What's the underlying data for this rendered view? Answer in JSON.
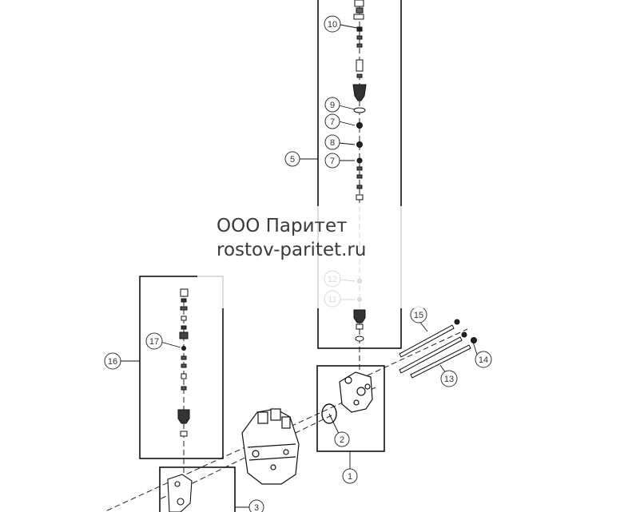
{
  "diagram": {
    "callouts": {
      "c1": "1",
      "c2": "2",
      "c3": "3",
      "c5": "5",
      "c7a": "7",
      "c7b": "7",
      "c8": "8",
      "c9": "9",
      "c10": "10",
      "c11": "11",
      "c12": "12",
      "c13": "13",
      "c14": "14",
      "c15": "15",
      "c16": "16",
      "c17": "17"
    }
  },
  "watermark": {
    "line1": "ООО Паритет",
    "line2": "rostov-paritet.ru"
  }
}
